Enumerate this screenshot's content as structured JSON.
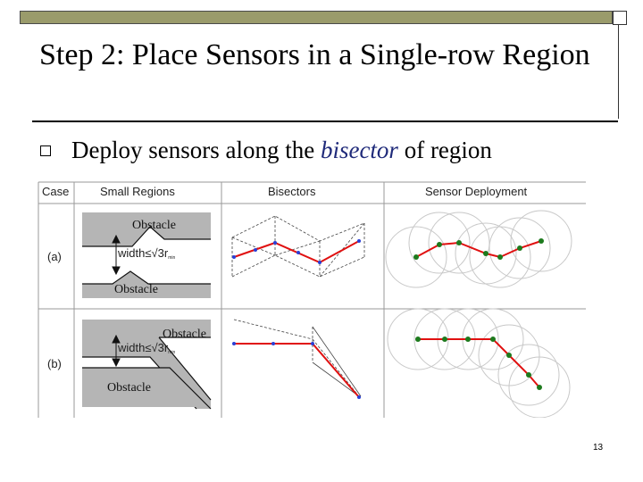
{
  "slide": {
    "title": "Step 2: Place Sensors in a Single-row Region",
    "bullet": {
      "before": "Deploy sensors along the ",
      "emphasis": "bisector",
      "after": " of region"
    },
    "page_number": "13"
  },
  "figure": {
    "headers": [
      "Case",
      "Small Regions",
      "Bisectors",
      "Sensor Deployment"
    ],
    "cases": [
      "(a)",
      "(b)"
    ],
    "obstacle_label": "Obstacle",
    "width_label": "width≤√3r",
    "width_subscript": "min"
  },
  "colors": {
    "top_bar": "#9a9b6b",
    "obstacle_fill": "#b5b5b5",
    "bisector_line": "#e01010",
    "sensor_node": "#1d7a1d",
    "endpoint_node": "#2a3fd6",
    "bisector_emphasis_text": "#1f2a7a"
  }
}
